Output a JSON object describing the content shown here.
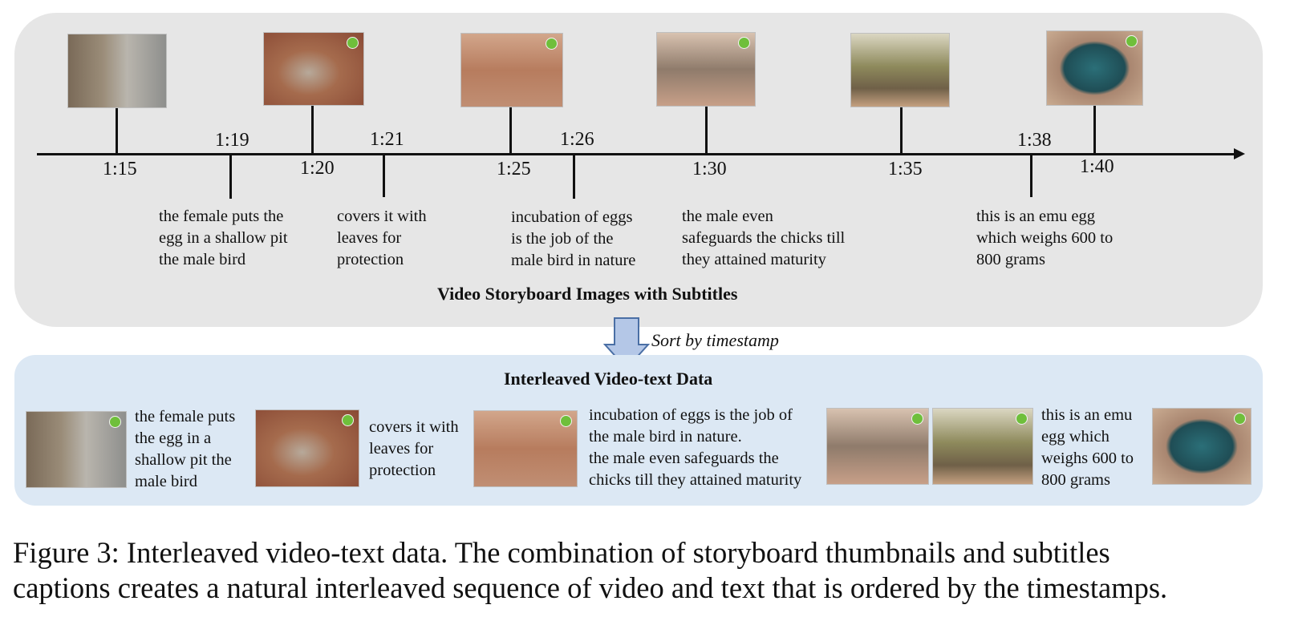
{
  "top_panel": {
    "title": "Video Storyboard Images with Subtitles",
    "thumbnail_times": [
      "1:15",
      "1:20",
      "1:25",
      "1:30",
      "1:35",
      "1:40"
    ],
    "subtitle_times": [
      "1:19",
      "1:21",
      "1:26",
      "1:38"
    ],
    "subtitles": [
      [
        "the female puts the",
        "egg in a shallow pit",
        "the male bird"
      ],
      [
        "covers it with",
        "leaves for",
        "protection"
      ],
      [
        "incubation of eggs",
        "is the job of the",
        "male bird in nature"
      ],
      [
        "the male even",
        "safeguards the chicks till",
        "they attained maturity"
      ],
      [
        "this is an emu egg",
        "which weighs 600 to",
        "800 grams"
      ]
    ]
  },
  "arrow_label": "Sort by timestamp",
  "bottom_panel": {
    "title": "Interleaved Video-text Data",
    "texts": [
      [
        "the female puts",
        "the egg in a",
        "shallow pit the",
        "male bird"
      ],
      [
        "covers it with",
        "leaves for",
        "protection"
      ],
      [
        "incubation of eggs is the job of",
        "the male bird in nature.",
        "the male even  safeguards the",
        "chicks till they attained maturity"
      ],
      [
        "this is an emu",
        "egg which",
        "weighs 600 to",
        "800 grams"
      ]
    ]
  },
  "caption": {
    "line1": "Figure 3:  Interleaved video-text data.  The combination of storyboard thumbnails and subtitles",
    "line2": "captions creates a natural interleaved sequence of video and text that is ordered by the timestamps."
  },
  "thumbnail_icons": [
    "emu-standing",
    "egg-in-leaves",
    "emu-nesting",
    "two-emus",
    "emu-group",
    "emu-egg"
  ],
  "colors": {
    "top_panel_bg": "#e6e6e6",
    "bottom_panel_bg": "#dce8f4",
    "arrow_fill": "#b4c7e7",
    "arrow_stroke": "#4a6fa5"
  }
}
